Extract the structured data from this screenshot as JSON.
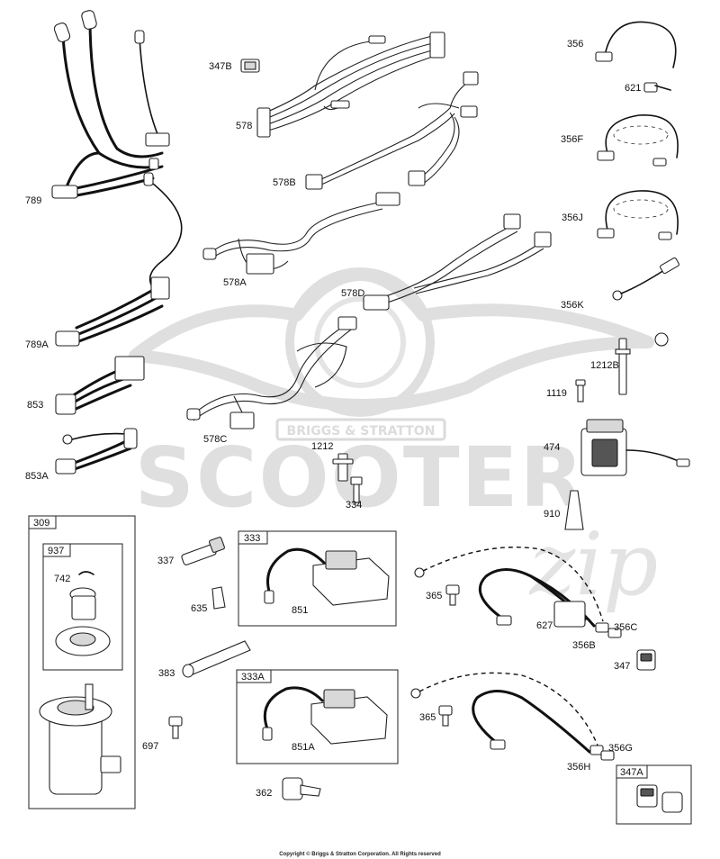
{
  "watermark": {
    "badge_text": "BRIGGS & STRATTON",
    "brand_text": "SCOOTER",
    "script_text": "zip",
    "color": "#d9d9d9"
  },
  "copyright": "Copyright © Briggs & Stratton Corporation. All Rights reserved",
  "labels": {
    "p789": "789",
    "p789A": "789A",
    "p853": "853",
    "p853A": "853A",
    "p347B": "347B",
    "p578": "578",
    "p578B": "578B",
    "p578A": "578A",
    "p578D": "578D",
    "p578C": "578C",
    "p1212": "1212",
    "p334": "334",
    "p356": "356",
    "p621": "621",
    "p356F": "356F",
    "p356J": "356J",
    "p356K": "356K",
    "p1212B": "1212B",
    "p1119": "1119",
    "p474": "474",
    "p910": "910",
    "p309": "309",
    "p937": "937",
    "p742": "742",
    "p697": "697",
    "p337": "337",
    "p635": "635",
    "p333": "333",
    "p851": "851",
    "p383": "383",
    "p333A": "333A",
    "p851A": "851A",
    "p362": "362",
    "p365a": "365",
    "p627": "627",
    "p356C": "356C",
    "p356B": "356B",
    "p347": "347",
    "p365b": "365",
    "p356G": "356G",
    "p356H": "356H",
    "p347A": "347A"
  }
}
